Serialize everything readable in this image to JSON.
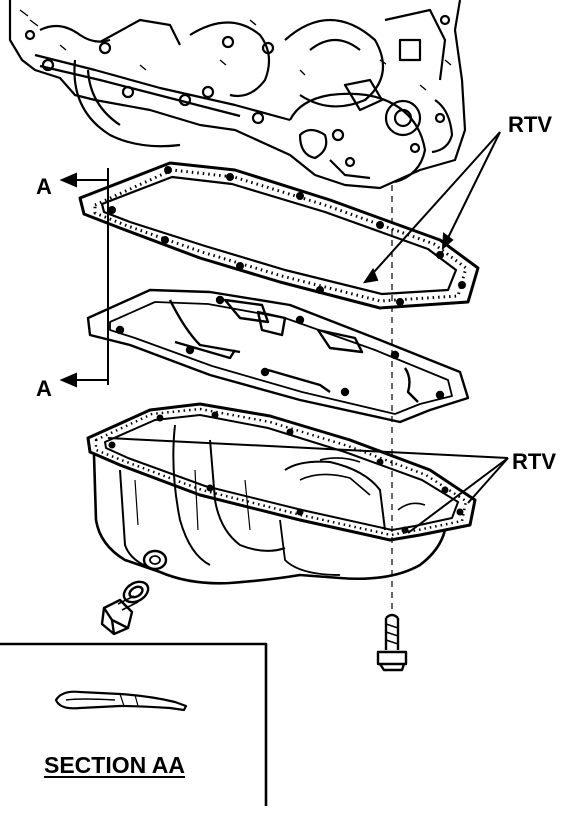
{
  "labels": {
    "section_a_top": "A",
    "section_a_bottom": "A",
    "rtv_upper": "RTV",
    "rtv_lower": "RTV",
    "section_title": "SECTION AA"
  },
  "colors": {
    "ink": "#000000",
    "paper": "#ffffff"
  },
  "icons": {
    "arrow": "arrow-left-icon",
    "cut_line": "section-cut-line"
  }
}
